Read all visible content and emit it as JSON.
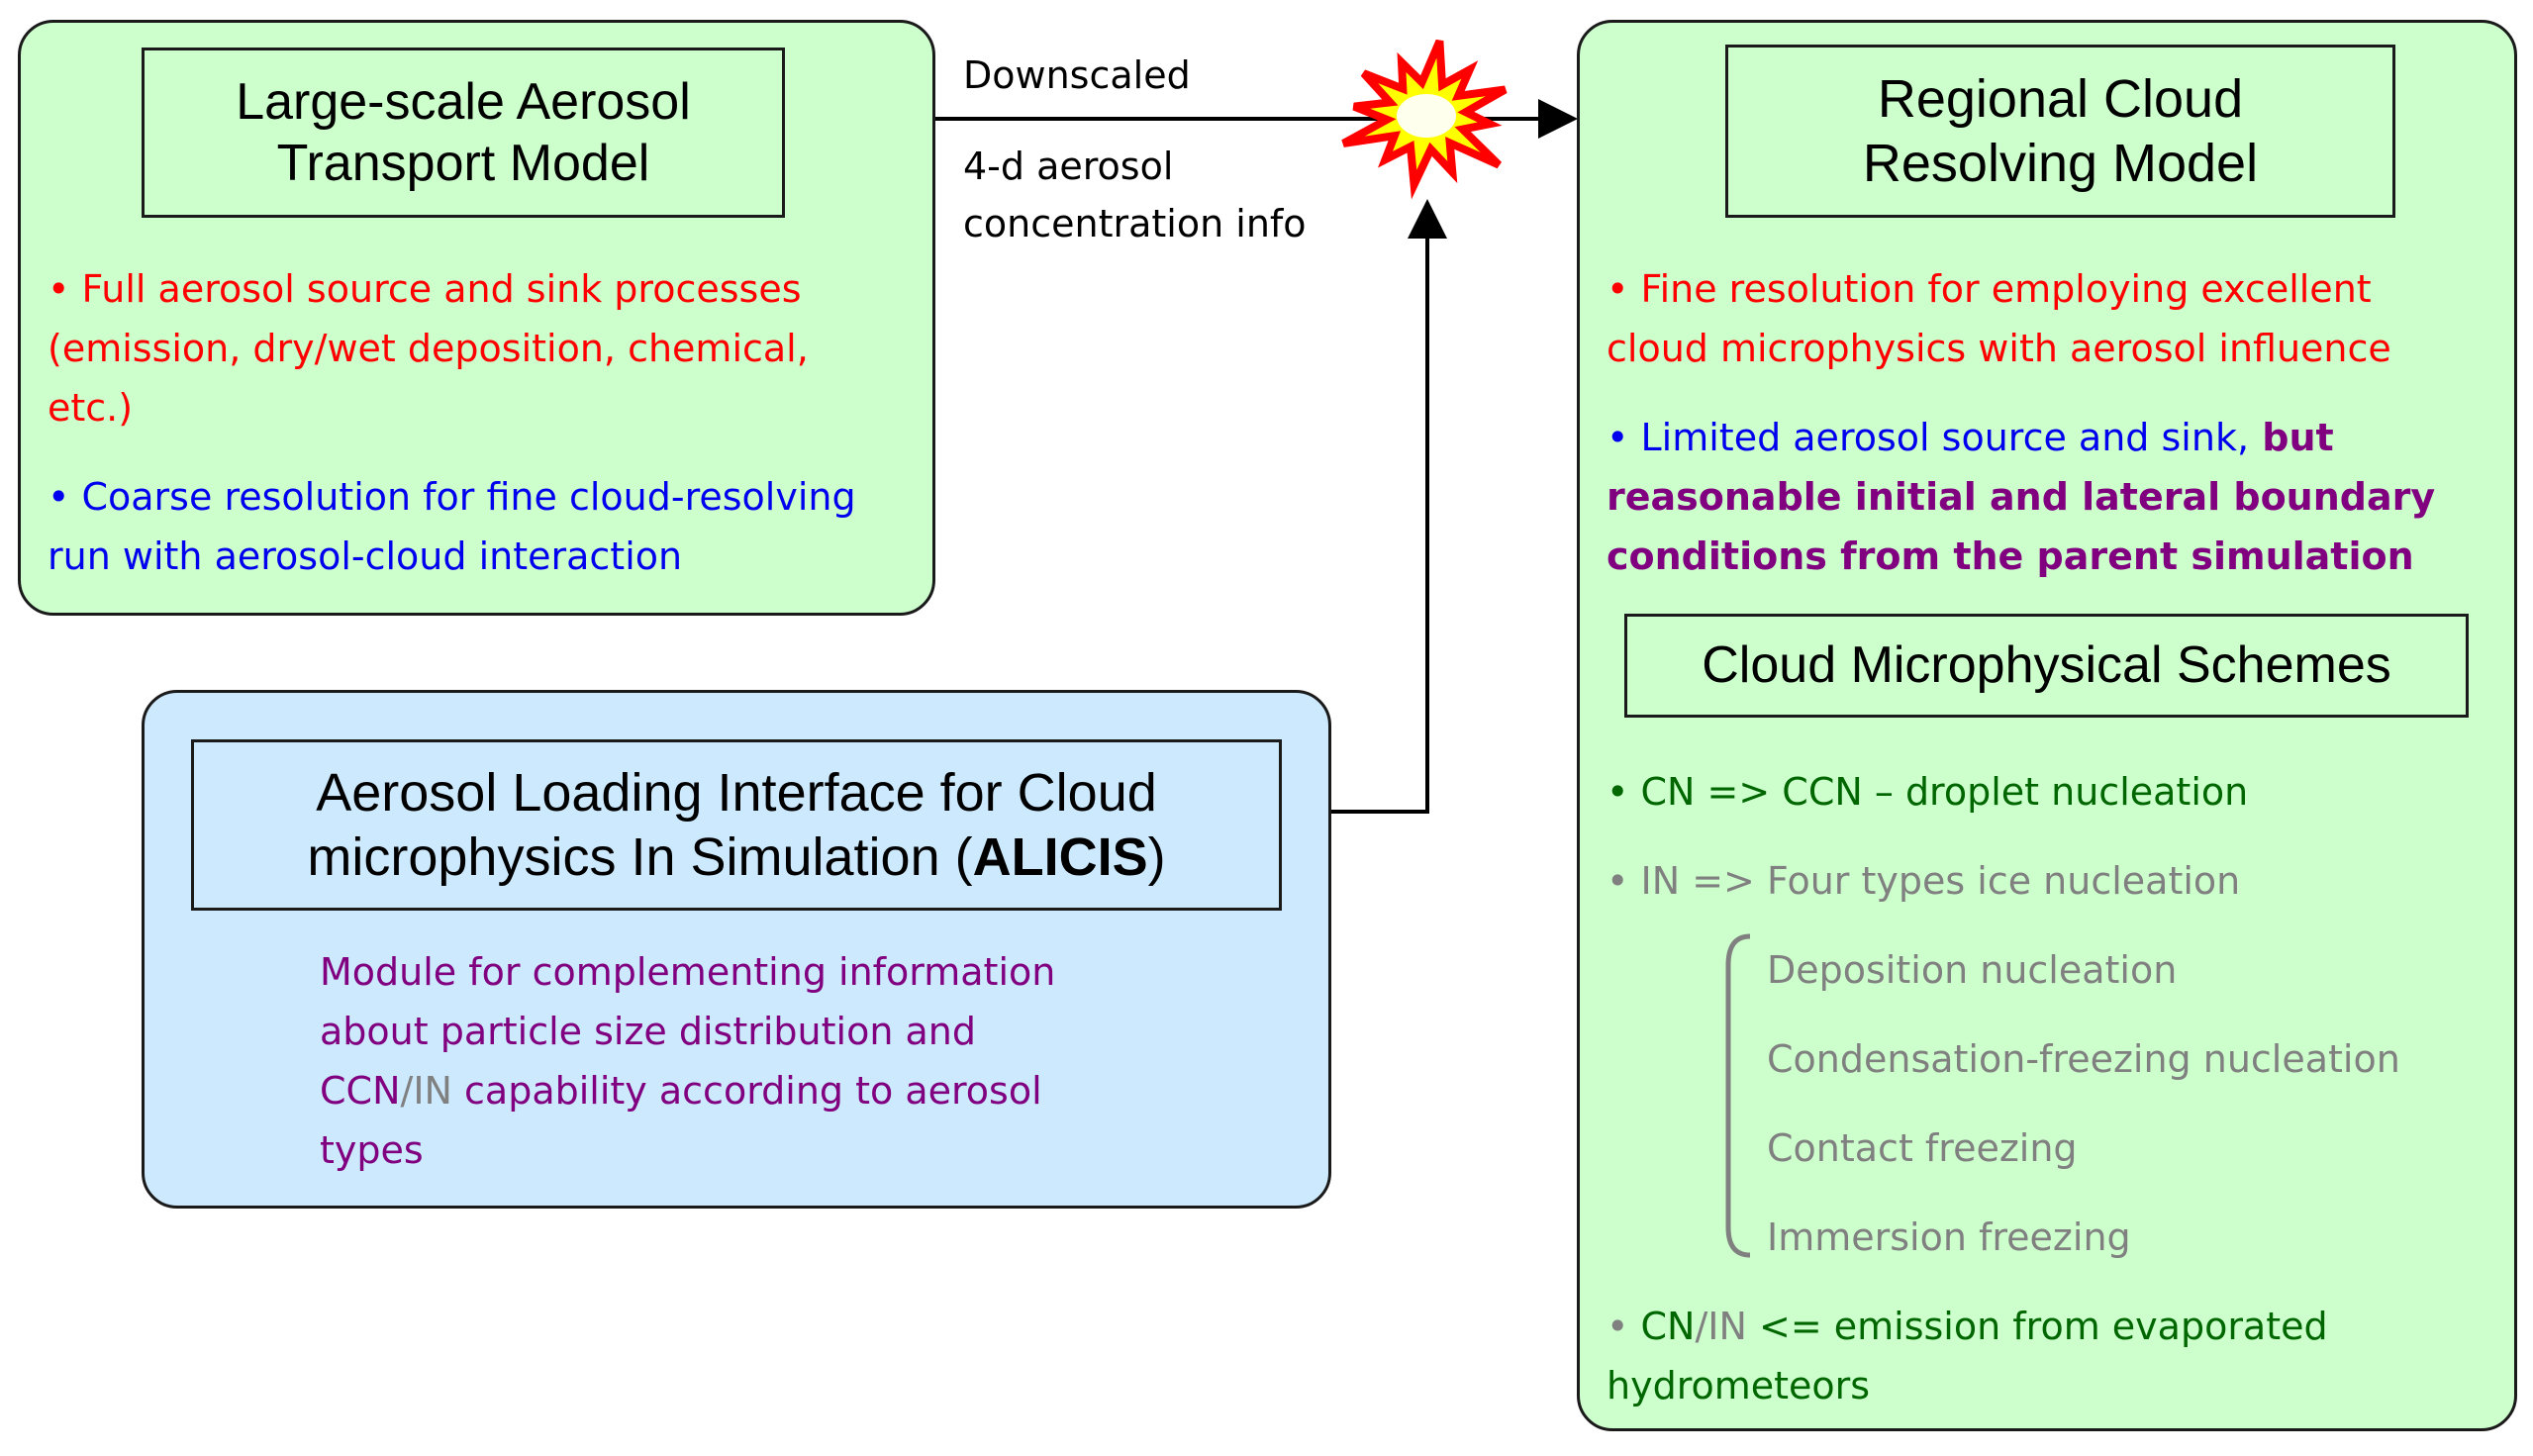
{
  "transport_model": {
    "title_line1": "Large-scale Aerosol",
    "title_line2": "Transport Model",
    "bullet1_line1": "• Full aerosol source and sink processes",
    "bullet1_line2": "(emission, dry/wet deposition, chemical,",
    "bullet1_line3": "etc.)",
    "bullet2_line1": "• Coarse resolution for fine cloud-resolving",
    "bullet2_line2": "run with aerosol-cloud interaction"
  },
  "downscale": {
    "label1": "Downscaled",
    "label2_line1": "4-d aerosol",
    "label2_line2": "concentration info"
  },
  "alicis": {
    "title_line1": "Aerosol Loading Interface for Cloud",
    "title_line2_pre": "microphysics In Simulation (",
    "title_line2_bold": "ALICIS",
    "title_line2_post": ")",
    "desc_line1": "Module for complementing information",
    "desc_line2": "about particle size distribution and",
    "desc_line3_a": "CCN",
    "desc_line3_b": "/",
    "desc_line3_c": "IN",
    "desc_line3_d": " capability according to aerosol",
    "desc_line4": "types"
  },
  "regional_model": {
    "title_line1": "Regional Cloud",
    "title_line2": "Resolving Model",
    "bullet1_line1": "• Fine resolution for employing excellent",
    "bullet1_line2": "cloud microphysics with aerosol influence",
    "bullet2_line1_a": "• Limited aerosol source and sink,",
    "bullet2_line1_b": " but",
    "bullet2_line2": "reasonable initial and lateral boundary",
    "bullet2_line3": "conditions from the parent simulation",
    "schemes_title": "Cloud Microphysical Schemes",
    "ccn_bullet": "• CN => CCN – droplet nucleation",
    "in_bullet": "• IN => Four types ice nucleation",
    "ice_types": [
      "Deposition nucleation",
      "Condensation-freezing nucleation",
      "Contact freezing",
      "Immersion freezing"
    ],
    "emission_bullet_dot": "• ",
    "emission_bullet_cn": "CN",
    "emission_bullet_slash": "/",
    "emission_bullet_in": "IN",
    "emission_bullet_rest": " <= emission from evaporated",
    "emission_bullet_line2": "hydrometeors"
  },
  "colors": {
    "green_panel": "#ccffcc",
    "blue_panel": "#cce9fd",
    "red_text": "#ff0000",
    "blue_text": "#0000ee",
    "purple_text": "#800080",
    "green_text": "#006600",
    "gray_text": "#808080",
    "burst_fill": "#ffff00",
    "burst_stroke": "#ff0000"
  },
  "icons": {
    "collision": "explosion-burst-icon"
  }
}
